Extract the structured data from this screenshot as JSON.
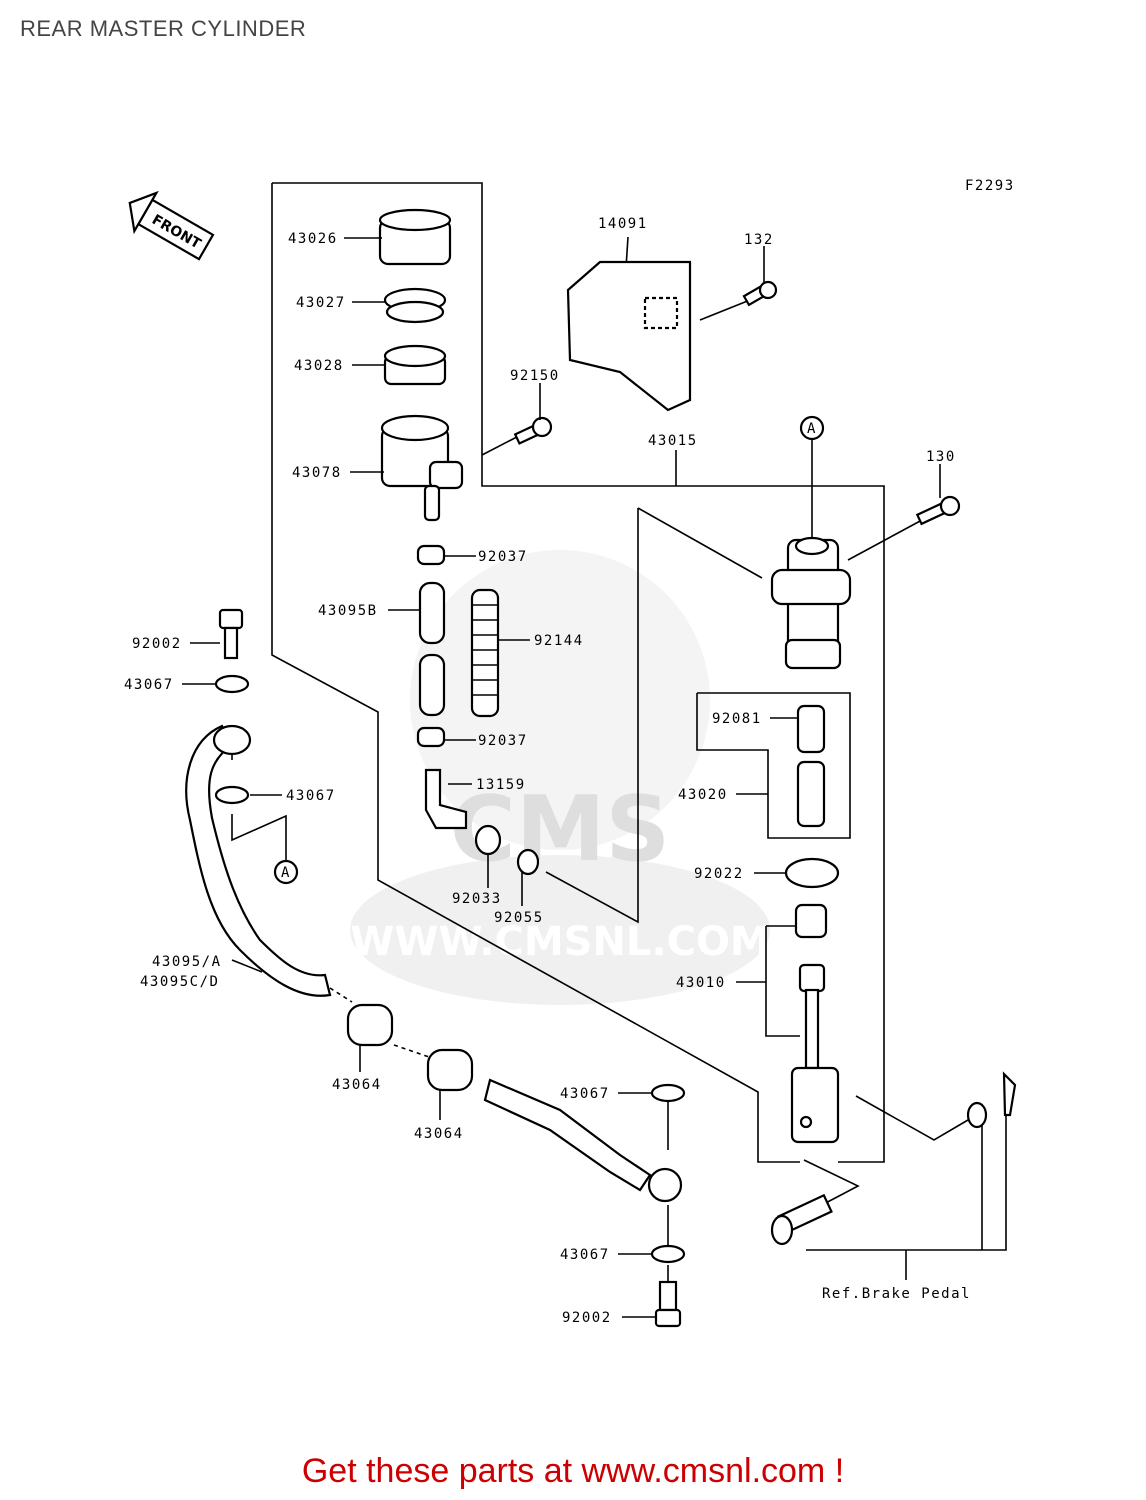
{
  "page": {
    "title": "REAR MASTER CYLINDER",
    "footer": "Get these parts at www.cmsnl.com !"
  },
  "diagram": {
    "figure_code": "F2293",
    "front_label": "FRONT",
    "ref_note": "Ref.Brake Pedal",
    "callout_marker": "A",
    "watermark_text": "CMS",
    "watermark_url": "WWW.CMSNL.COM",
    "parts": [
      {
        "id": "p43026",
        "num": "43026"
      },
      {
        "id": "p43027",
        "num": "43027"
      },
      {
        "id": "p43028",
        "num": "43028"
      },
      {
        "id": "p43078",
        "num": "43078"
      },
      {
        "id": "p14091",
        "num": "14091"
      },
      {
        "id": "p132",
        "num": "132"
      },
      {
        "id": "p92150",
        "num": "92150"
      },
      {
        "id": "p43015",
        "num": "43015"
      },
      {
        "id": "p130",
        "num": "130"
      },
      {
        "id": "p92037a",
        "num": "92037"
      },
      {
        "id": "p43095B",
        "num": "43095B"
      },
      {
        "id": "p92144",
        "num": "92144"
      },
      {
        "id": "p92037b",
        "num": "92037"
      },
      {
        "id": "p13159",
        "num": "13159"
      },
      {
        "id": "p92033",
        "num": "92033"
      },
      {
        "id": "p92055",
        "num": "92055"
      },
      {
        "id": "p92002a",
        "num": "92002"
      },
      {
        "id": "p43067a",
        "num": "43067"
      },
      {
        "id": "p43067b",
        "num": "43067"
      },
      {
        "id": "p92081",
        "num": "92081"
      },
      {
        "id": "p43020",
        "num": "43020"
      },
      {
        "id": "p92022",
        "num": "92022"
      },
      {
        "id": "p43010",
        "num": "43010"
      },
      {
        "id": "p43095A",
        "num": "43095/A"
      },
      {
        "id": "p43095CD",
        "num": "43095C/D"
      },
      {
        "id": "p43064a",
        "num": "43064"
      },
      {
        "id": "p43064b",
        "num": "43064"
      },
      {
        "id": "p43067c",
        "num": "43067"
      },
      {
        "id": "p43067d",
        "num": "43067"
      },
      {
        "id": "p92002b",
        "num": "92002"
      }
    ]
  }
}
